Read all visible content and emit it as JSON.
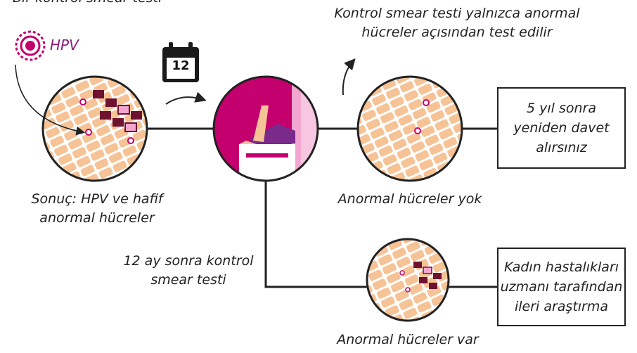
{
  "header_cut": "Bir kontrol smear testi",
  "hpv_label": "HPV",
  "calendar_day": "12",
  "top_note": [
    "Kontrol smear testi yalnızca anormal",
    "hücreler açısından test edilir"
  ],
  "result_label": [
    "Sonuç: HPV ve hafif",
    "anormal hücreler"
  ],
  "control_label": [
    "12 ay sonra kontrol",
    "smear testi"
  ],
  "no_abnormal_label": "Anormal hücreler yok",
  "abnormal_label": "Anormal hücreler var",
  "box_5years": [
    "5 yıl sonra",
    "yeniden davet",
    "alırsınız"
  ],
  "box_gyn": [
    "Kadın hastalıkları",
    "uzmanı tarafından",
    "ileri araştırma"
  ],
  "colors": {
    "magenta": "#c4006e",
    "dark_red": "#6e1230",
    "pink": "#f3a6cf",
    "cell": "#f6c396",
    "purple": "#7a2a8a",
    "line": "#222222"
  }
}
